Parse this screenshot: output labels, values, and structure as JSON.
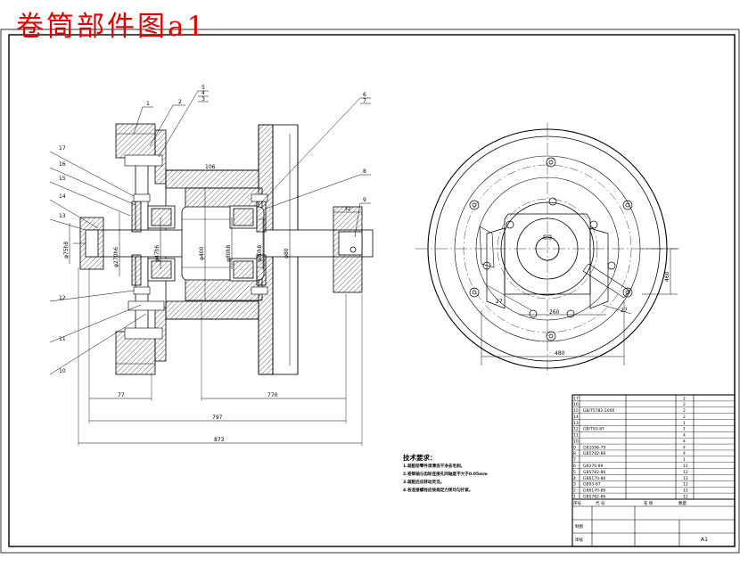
{
  "title": "卷筒部件图a1",
  "leaders": [
    "1",
    "2",
    "5",
    "4",
    "3",
    "6",
    "7",
    "8",
    "9",
    "17",
    "16",
    "15",
    "14",
    "13",
    "12",
    "11",
    "10"
  ],
  "dims_left": {
    "d106": "106",
    "d32": "32",
    "d77": "77",
    "d770": "770",
    "d797": "797",
    "d873": "873",
    "dia_labels": [
      "φ75h8",
      "φ270h6",
      "φ47h6",
      "φ400",
      "φ80h8",
      "φ80h8",
      "φ80"
    ]
  },
  "dims_right": {
    "d260": "260",
    "d27a": "27",
    "d27b": "27",
    "d460": "460",
    "d480": "480"
  },
  "notes": {
    "heading": "技术要求：",
    "lines": [
      "1.装配前零件须清洗干净去毛刺。",
      "2.卷筒轴与齿轮连接孔同轴度不大于0.05mm",
      "3.装配后应转动灵活。",
      "4.各连接螺栓应按规定力矩均匀拧紧。"
    ]
  },
  "parts_table": {
    "rows": [
      {
        "no": "17",
        "code": "",
        "name": "",
        "qty": "2"
      },
      {
        "no": "16",
        "code": "",
        "name": "",
        "qty": "2"
      },
      {
        "no": "15",
        "code": "GB/T5782-2000",
        "name": "",
        "qty": "2"
      },
      {
        "no": "14",
        "code": "",
        "name": "",
        "qty": "2"
      },
      {
        "no": "13",
        "code": "",
        "name": "",
        "qty": "1"
      },
      {
        "no": "12",
        "code": "GB/T93-87",
        "name": "",
        "qty": "1"
      },
      {
        "no": "11",
        "code": "",
        "name": "",
        "qty": "4"
      },
      {
        "no": "10",
        "code": "",
        "name": "",
        "qty": "4"
      },
      {
        "no": "9",
        "code": "GB1096-79",
        "name": "",
        "qty": "4"
      },
      {
        "no": "8",
        "code": "GB5782-86",
        "name": "",
        "qty": "4"
      },
      {
        "no": "7",
        "code": "",
        "name": "",
        "qty": "1"
      },
      {
        "no": "6",
        "code": "GB276-89",
        "name": "",
        "qty": "12"
      },
      {
        "no": "5",
        "code": "GB5782-86",
        "name": "",
        "qty": "12"
      },
      {
        "no": "4",
        "code": "GB6170-86",
        "name": "",
        "qty": "12"
      },
      {
        "no": "3",
        "code": "GB93-87",
        "name": "",
        "qty": "12"
      },
      {
        "no": "2",
        "code": "GB6170-86",
        "name": "",
        "qty": "12"
      },
      {
        "no": "1",
        "code": "GB5782-86",
        "name": "",
        "qty": "12"
      }
    ],
    "header": {
      "no": "序号",
      "code": "代 号",
      "name": "名 称",
      "qty": "数量"
    },
    "title_block": {
      "drawn": "制图",
      "checked": "审核",
      "sheet": "A1"
    }
  }
}
